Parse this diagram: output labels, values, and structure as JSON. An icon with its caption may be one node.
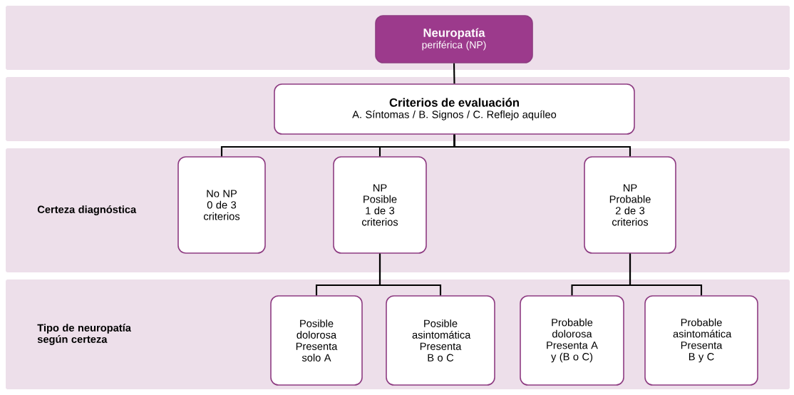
{
  "diagram": {
    "nodes": [
      {
        "text": [],
        "shape": "band"
      },
      {
        "text": [
          "Neuropatía",
          "periférica (NP)"
        ],
        "in": 0
      },
      {
        "text": [],
        "shape": "band"
      },
      {
        "text": [
          "Criterios de evaluación",
          "A. Síntomas / B. Signos / C. Reflejo aquíleo"
        ],
        "in": 2
      },
      {
        "text": [
          "Certeza diagnóstica"
        ]
      },
      {
        "text": [
          "No NP 0 de 3 criterios"
        ],
        "in": 4
      },
      {
        "text": [
          "NP Posible 1 de 3 criterios"
        ],
        "in": 4
      },
      {
        "text": [
          "NP Probable 2 de 3 criterios"
        ],
        "in": 4
      },
      {
        "text": [
          "Tipo de neuropatía según certeza"
        ]
      },
      {
        "text": [
          "Posible dolorosa Presenta solo A"
        ],
        "in": 8
      },
      {
        "text": [
          "Posible asintomática Presenta B o C"
        ],
        "in": 8
      },
      {
        "text": [
          "Probable dolorosa Presenta A y (B o C)"
        ],
        "in": 8
      },
      {
        "text": [
          "Probable asintomática Presenta B y C"
        ],
        "in": 8
      }
    ],
    "edges": [
      {
        "from": 1,
        "to": 3,
        "arrow": "none"
      },
      {
        "from": 3,
        "to": 5,
        "arrow": "none"
      },
      {
        "from": 3,
        "to": 6,
        "arrow": "none"
      },
      {
        "from": 3,
        "to": 7,
        "arrow": "none"
      },
      {
        "from": 6,
        "to": 9,
        "arrow": "none"
      },
      {
        "from": 6,
        "to": 10,
        "arrow": "none"
      },
      {
        "from": 7,
        "to": 11,
        "arrow": "none"
      },
      {
        "from": 7,
        "to": 12,
        "arrow": "none"
      }
    ]
  }
}
